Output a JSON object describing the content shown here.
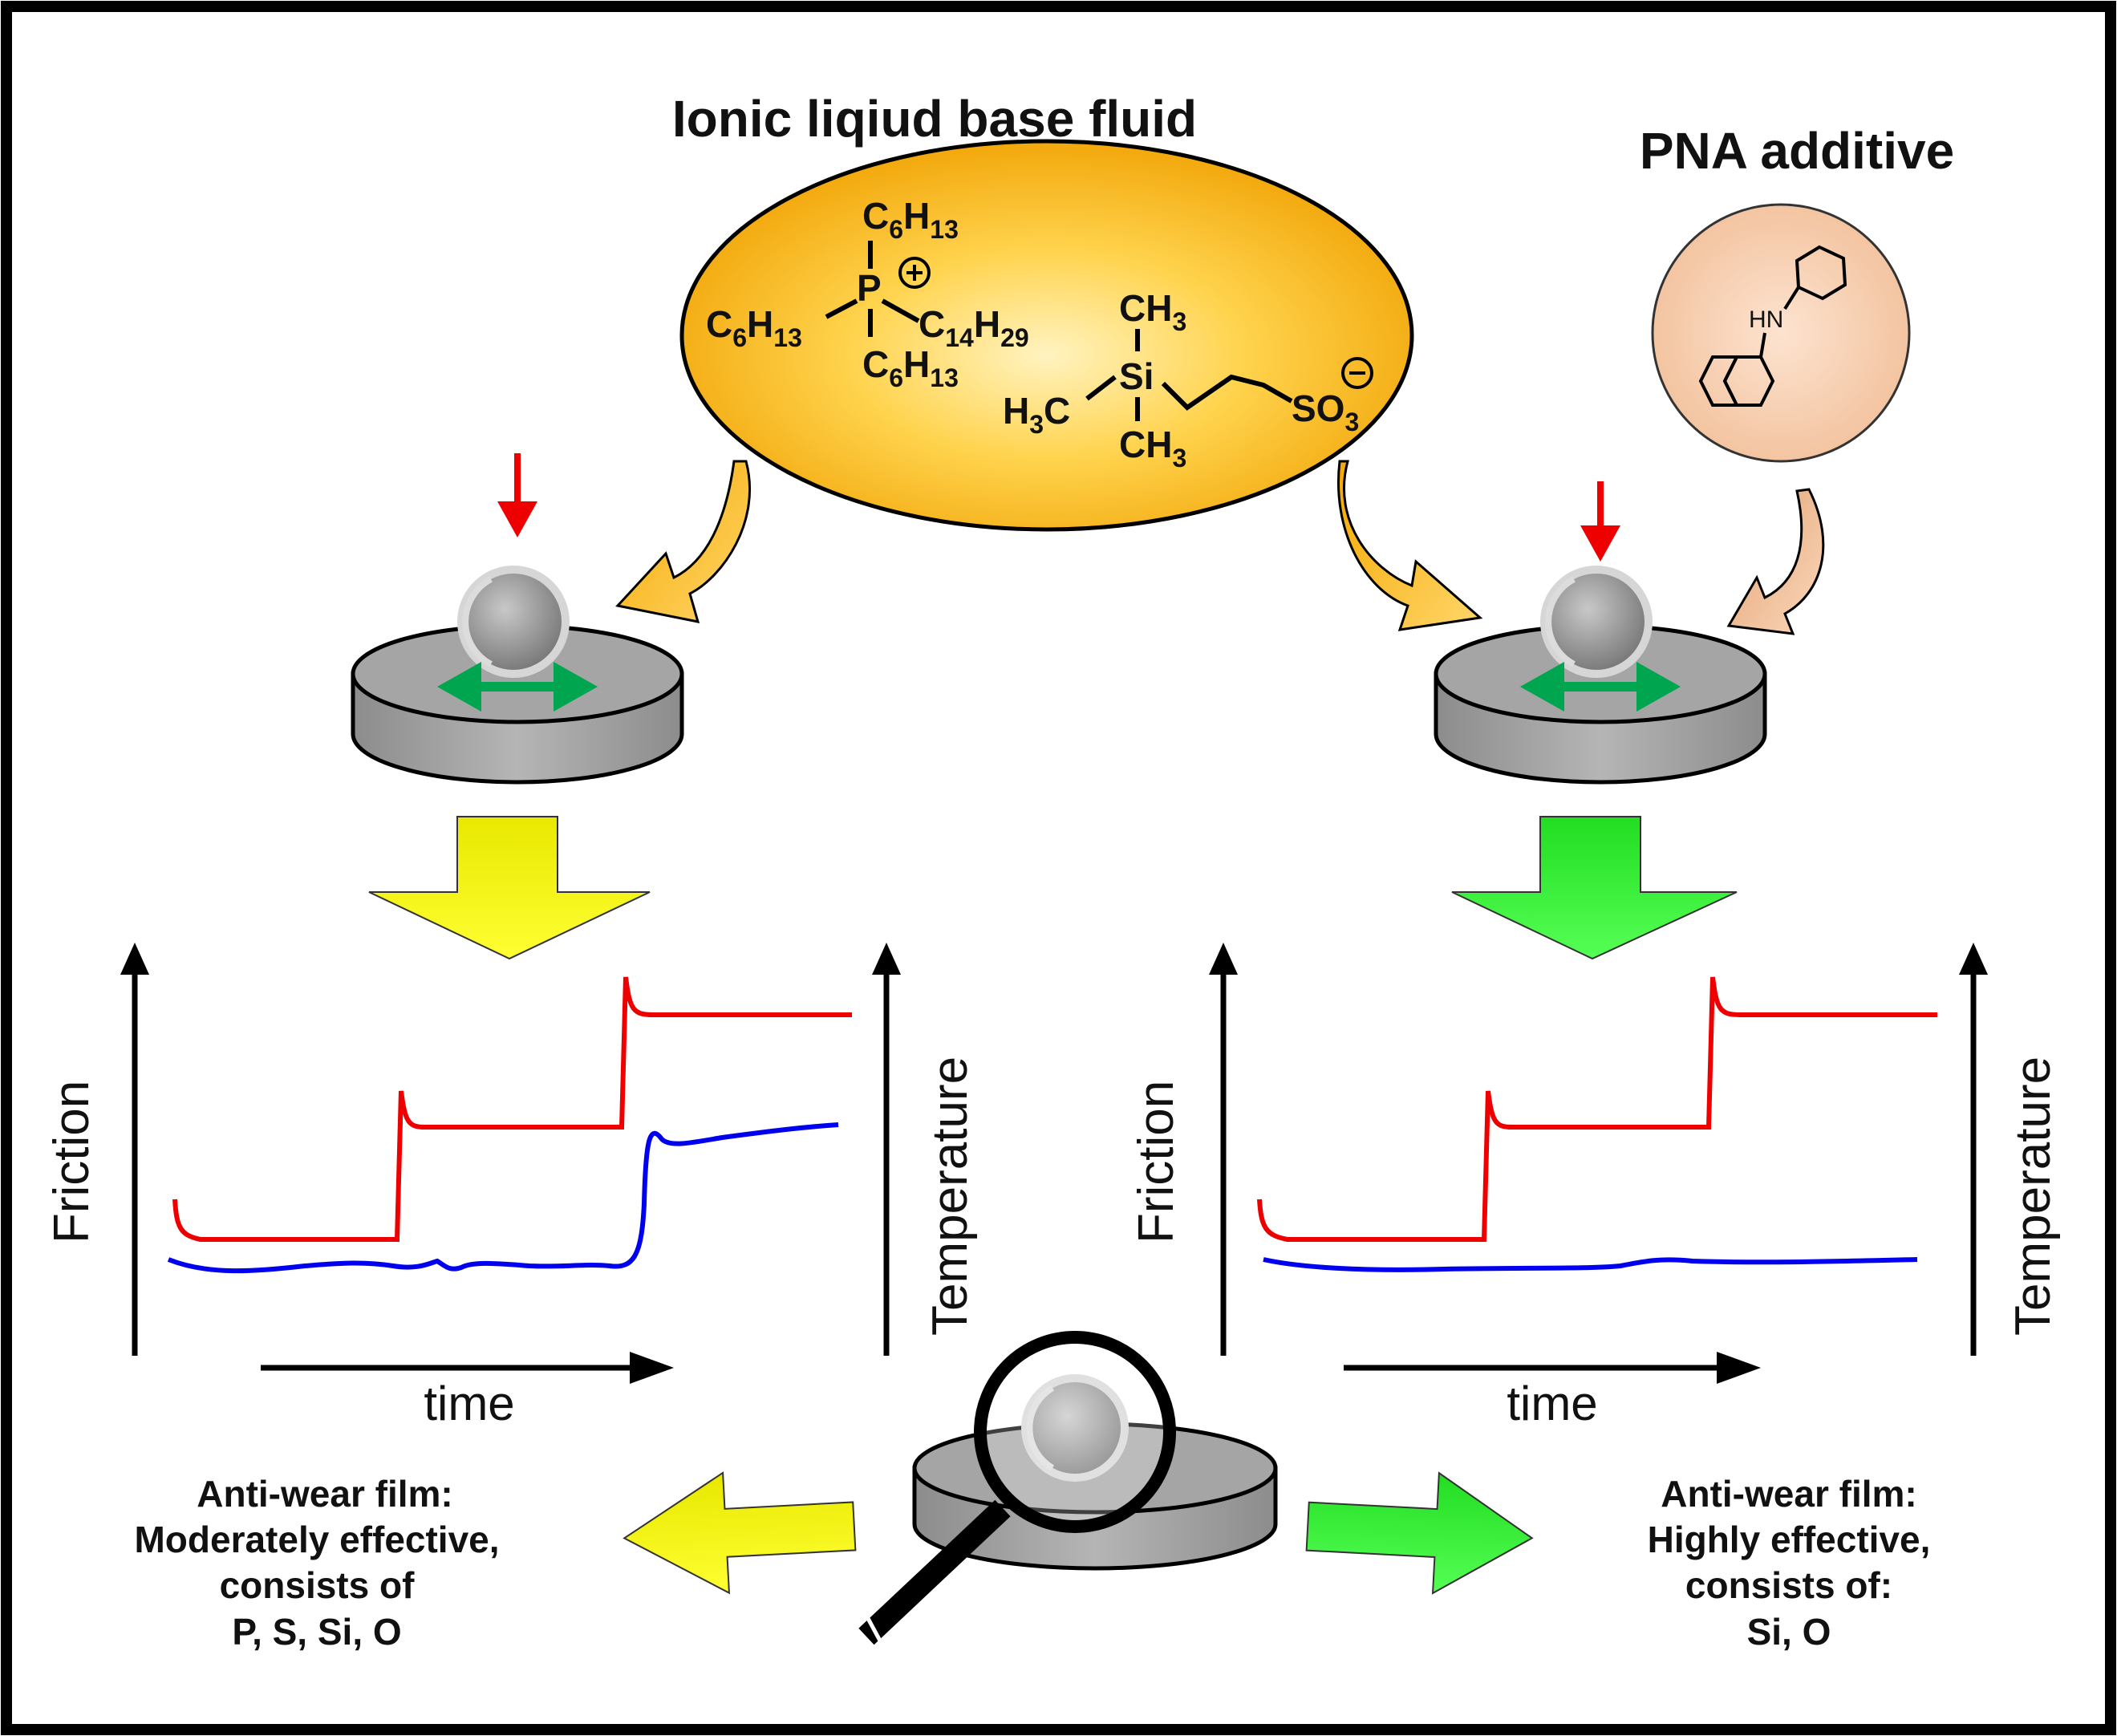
{
  "titles": {
    "base_fluid": "Ionic liqiud base fluid",
    "additive": "PNA additive"
  },
  "cation": {
    "top": {
      "main": "C",
      "sub": "6",
      "main2": "H",
      "sub2": "13"
    },
    "left": {
      "main": "C",
      "sub": "6",
      "main2": "H",
      "sub2": "13"
    },
    "right": {
      "main": "C",
      "sub": "14",
      "main2": "H",
      "sub2": "29"
    },
    "bottom": {
      "main": "C",
      "sub": "6",
      "main2": "H",
      "sub2": "13"
    },
    "center": "P",
    "charge": "+"
  },
  "anion": {
    "top_group": {
      "main": "CH",
      "sub": "3"
    },
    "left_group": {
      "main": "H",
      "sub": "3",
      "main2": "C"
    },
    "bottom_group": {
      "main": "CH",
      "sub": "3"
    },
    "center": "Si",
    "end_group": {
      "main": "SO",
      "sub": "3"
    },
    "charge": "−"
  },
  "pna": {
    "nh_label": "HN"
  },
  "charts": [
    {
      "id": "left",
      "y_label_left": "Friction",
      "y_label_right": "Temperature",
      "x_label": "time",
      "colors": {
        "friction": "#0000ee",
        "temperature": "#ee0000"
      }
    },
    {
      "id": "right",
      "y_label_left": "Friction",
      "y_label_right": "Temperature",
      "x_label": "time",
      "colors": {
        "friction": "#0000ee",
        "temperature": "#ee0000"
      }
    }
  ],
  "results": {
    "left": {
      "heading": "Anti-wear film:",
      "line1": "Moderately effective,",
      "line2": "consists of",
      "line3": "P, S, Si, O"
    },
    "right": {
      "heading": "Anti-wear film:",
      "line1": "Highly effective,",
      "line2": "consists of:",
      "line3": "Si, O"
    }
  },
  "colors": {
    "ellipse_fill": "#f9b000",
    "additive_fill": "#f6c9a8",
    "down_arrow_left": "#f2f200",
    "down_arrow_right": "#33ee33",
    "load_arrow": "#ee0000",
    "motion_arrow": "#00a550",
    "disc": "#a9a9a9",
    "ball": "#999999"
  }
}
